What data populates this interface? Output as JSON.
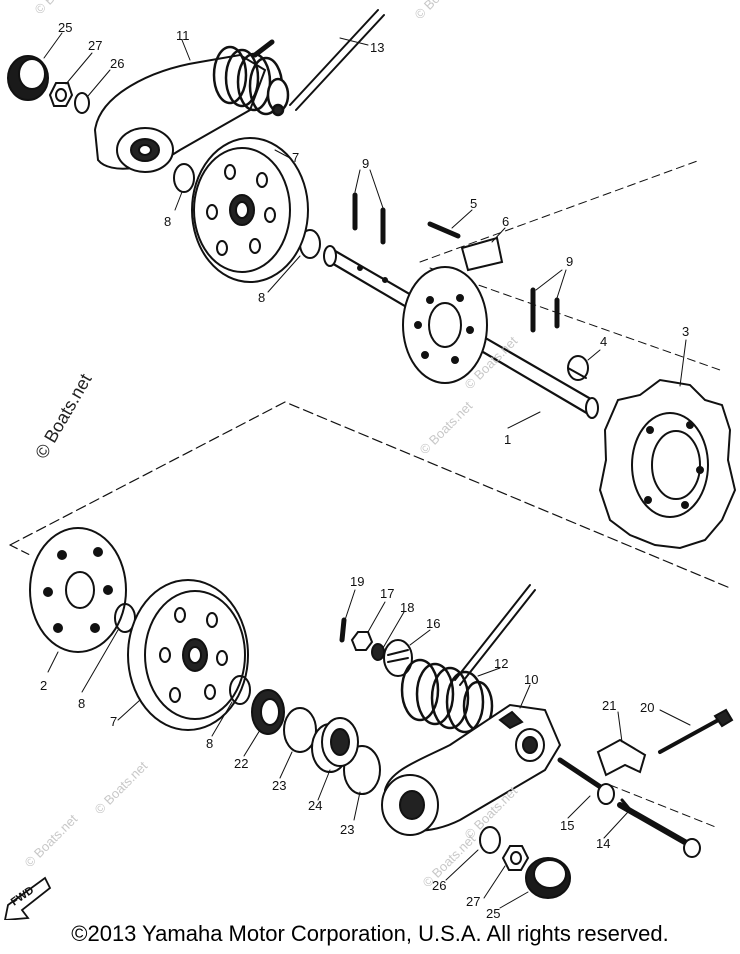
{
  "copyright": "©2013 Yamaha Motor Corporation, U.S.A. All rights reserved.",
  "watermark": "© Boats.net",
  "fwd_label": "FWD",
  "callouts": {
    "p25a": "25",
    "p27a": "27",
    "p26a": "26",
    "p11": "11",
    "p13": "13",
    "p7a": "7",
    "p8a": "8",
    "p8b": "8",
    "p9a": "9",
    "p5": "5",
    "p6": "6",
    "p9b": "9",
    "p4": "4",
    "p3": "3",
    "p1": "1",
    "p19": "19",
    "p17": "17",
    "p18": "18",
    "p16": "16",
    "p12": "12",
    "p10": "10",
    "p2": "2",
    "p8c": "8",
    "p7b": "7",
    "p8d": "8",
    "p22": "22",
    "p23a": "23",
    "p24": "24",
    "p23b": "23",
    "p21": "21",
    "p20": "20",
    "p15": "15",
    "p14": "14",
    "p26b": "26",
    "p27b": "27",
    "p25b": "25"
  }
}
